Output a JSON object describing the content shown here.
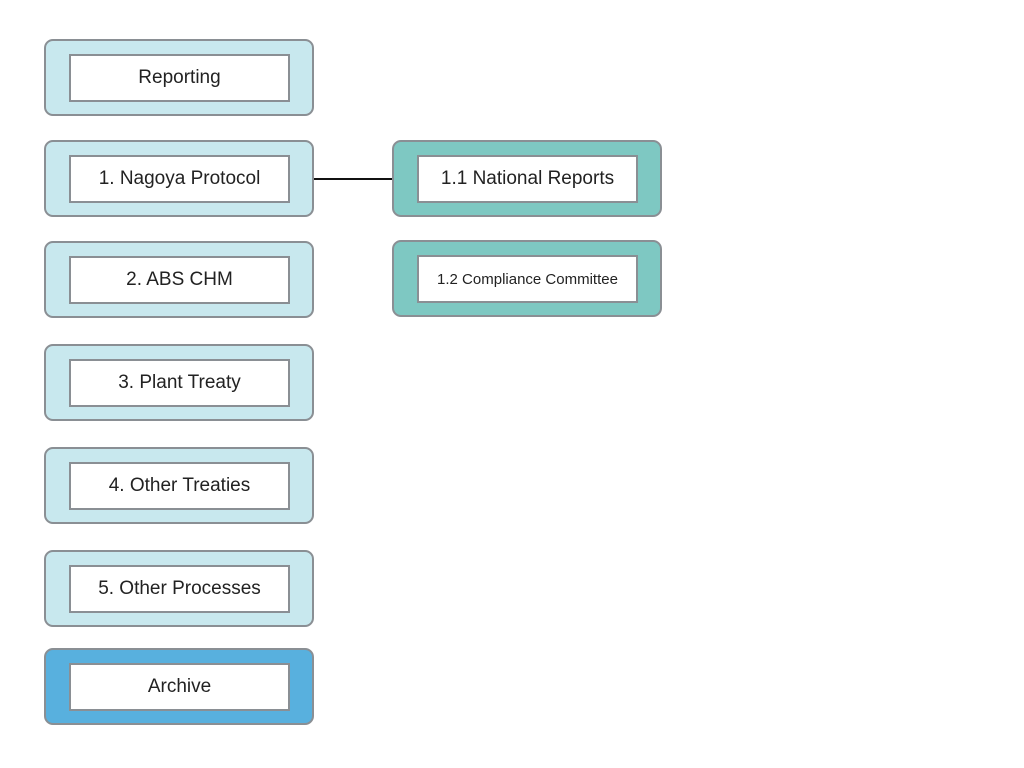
{
  "diagram": {
    "nodes": {
      "reporting": {
        "label": "Reporting",
        "color": "#c8e8ee"
      },
      "nagoya_protocol": {
        "label": "1. Nagoya Protocol",
        "color": "#c8e8ee"
      },
      "abs_chm": {
        "label": "2. ABS CHM",
        "color": "#c8e8ee"
      },
      "plant_treaty": {
        "label": "3. Plant Treaty",
        "color": "#c8e8ee"
      },
      "other_treaties": {
        "label": "4. Other Treaties",
        "color": "#c8e8ee"
      },
      "other_processes": {
        "label": "5. Other Processes",
        "color": "#c8e8ee"
      },
      "archive": {
        "label": "Archive",
        "color": "#58b0de"
      },
      "national_reports": {
        "label": "1.1 National Reports",
        "color": "#7ec8c2"
      },
      "compliance_committee": {
        "label": "1.2 Compliance Committee",
        "color": "#7ec8c2"
      }
    },
    "edges": [
      {
        "from": "nagoya_protocol",
        "to": "national_reports"
      }
    ]
  }
}
